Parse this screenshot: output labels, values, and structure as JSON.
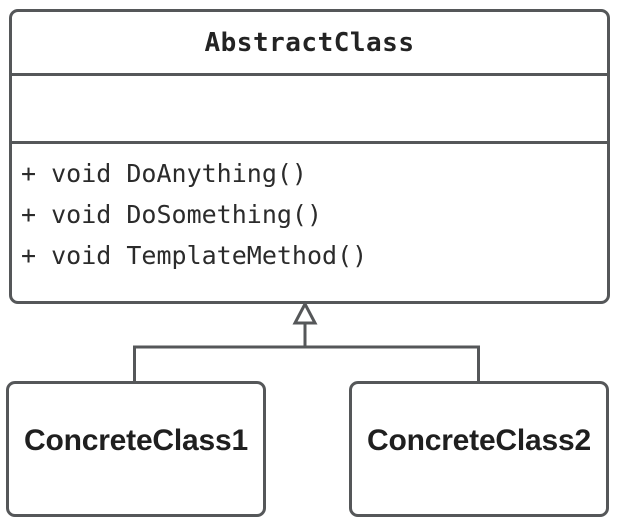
{
  "diagram": {
    "type": "uml-class-diagram",
    "relationship": "generalization",
    "colors": {
      "stroke": "#555759",
      "fill": "#ffffff",
      "title_text": "#232323",
      "member_text": "#2b2b2b",
      "concrete_text": "#1f1f1f"
    },
    "abstract_class": {
      "name": "AbstractClass",
      "attributes": [],
      "methods": [
        "+ void DoAnything()",
        "+ void DoSomething()",
        "+ void TemplateMethod()"
      ]
    },
    "concrete_classes": [
      {
        "name": "ConcreteClass1"
      },
      {
        "name": "ConcreteClass2"
      }
    ]
  }
}
